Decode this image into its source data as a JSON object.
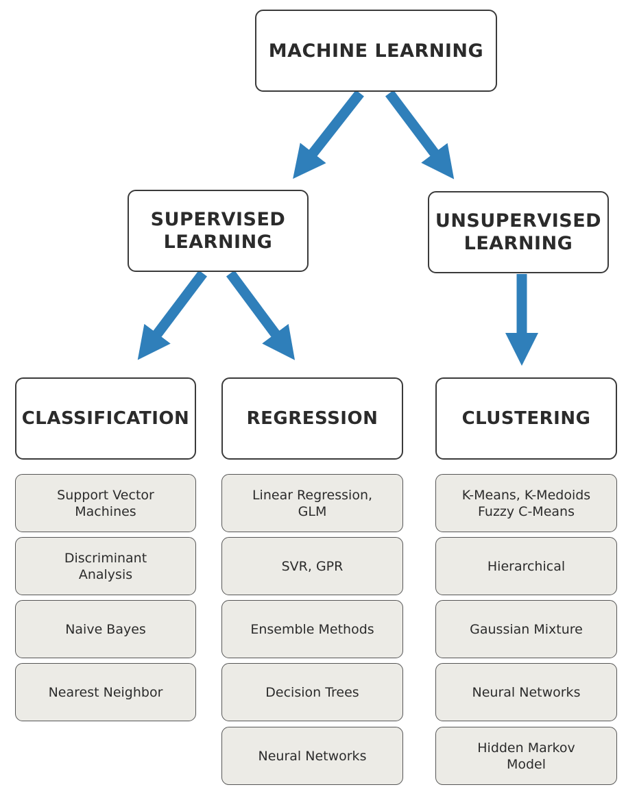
{
  "root": {
    "label": "MACHINE LEARNING"
  },
  "supervised": {
    "label": "SUPERVISED\nLEARNING"
  },
  "unsupervised": {
    "label": "UNSUPERVISED\nLEARNING"
  },
  "arrow_color": "#2f7fba",
  "categories": {
    "classification": {
      "label": "CLASSIFICATION",
      "items": [
        "Support Vector\nMachines",
        "Discriminant\nAnalysis",
        "Naive Bayes",
        "Nearest Neighbor"
      ]
    },
    "regression": {
      "label": "REGRESSION",
      "items": [
        "Linear Regression,\nGLM",
        "SVR, GPR",
        "Ensemble Methods",
        "Decision Trees",
        "Neural Networks"
      ]
    },
    "clustering": {
      "label": "CLUSTERING",
      "items": [
        "K-Means, K-Medoids\nFuzzy C-Means",
        "Hierarchical",
        "Gaussian Mixture",
        "Neural Networks",
        "Hidden Markov\nModel"
      ]
    }
  }
}
